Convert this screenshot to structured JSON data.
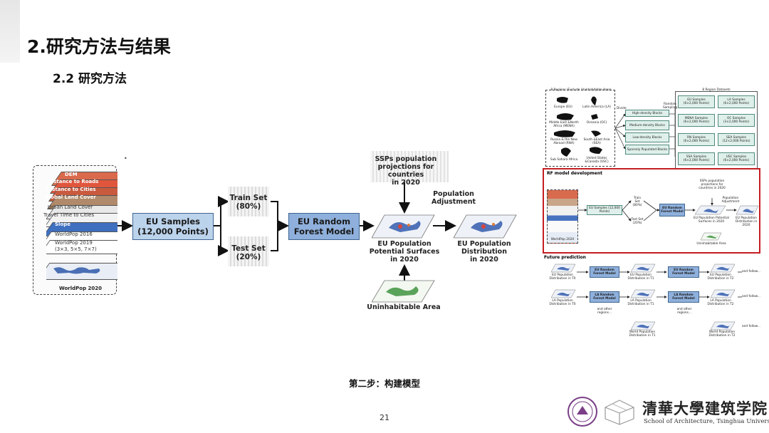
{
  "slide": {
    "section_title": "2.研究方法与结果",
    "subsection_title": "2.2 研究方法",
    "caption": "第二步：构建模型",
    "page_number": "21"
  },
  "left_diagram": {
    "layers": [
      "DEM",
      "Distance to Roads",
      "Distance to Cities",
      "Global Land Cover",
      "Urban Land Cover",
      "Travel Time to Cities",
      "Slope",
      "WorldPop 2016",
      "WorldPop 2019",
      "(3×3, 5×5, 7×7)",
      "WorldPop 2020"
    ],
    "eu_samples": [
      "EU Samples",
      "(12,000 Points)"
    ],
    "train_set": [
      "Train Set",
      "(80%)"
    ],
    "test_set": [
      "Test Set",
      "(20%)"
    ],
    "rf_model": [
      "EU Random",
      "Forest Model"
    ],
    "ssps": [
      "SSPs population",
      "projections for countries",
      "in 2020"
    ],
    "population_adjustment": [
      "Population",
      "Adjustment"
    ],
    "potential_surfaces": [
      "EU Population",
      "Potential Surfaces",
      "in 2020"
    ],
    "distribution": [
      "EU Population",
      "Distribution",
      "in 2020"
    ],
    "uninhabitable": "Uninhabitable Area"
  },
  "right_diagram": {
    "regions_title": "8 Regions (Exclude Uninhabitable Area)",
    "datasets_title": "8 Region Datasets",
    "regions": [
      "Europe (EU)",
      "Latin America (LA)",
      "Middle East &North Africa (MENA)",
      "Oceania (OC)",
      "Russia & the New Abroad (RNA)",
      "South &East Asia (SEA)",
      "Sub Sahara Africa",
      "United States &Canada (USC)"
    ],
    "divide": "Divide",
    "random_sampling": "Random Sampling",
    "blocks": [
      "High-density Blocks",
      "Medium-density Blocks",
      "Low-density Blocks",
      "Sparsely Populated Blocks"
    ],
    "datasets": [
      {
        "name": "EU Samples",
        "points": "(6×2,000 Points)"
      },
      {
        "name": "LA Samples",
        "points": "(6×2,000 Points)"
      },
      {
        "name": "MENA Samples",
        "points": "(6×2,000 Points)"
      },
      {
        "name": "OC Samples",
        "points": "(3×2,000 Points)"
      },
      {
        "name": "RN Samples",
        "points": "(6×2,000 Points)"
      },
      {
        "name": "SEA Samples",
        "points": "(12×2,000 Points)"
      },
      {
        "name": "SSA Samples",
        "points": "(6×2,000 Points)"
      },
      {
        "name": "USC Samples",
        "points": "(6×2,000 Points)"
      }
    ],
    "rf_dev_title": "RF model development",
    "rf_dev": {
      "eu_samples": "EU Samples (12,000 Points)",
      "train": "Train Set (80%)",
      "test": "Test Set (20%)",
      "rf": "EU Random Forest Model",
      "ssps": "SSPs population projections for countries in 2020",
      "adjust": "Population Adjustment",
      "potential": "EU Population Potential Surfaces in 2020",
      "dist": "EU Population Distribution in 2020",
      "uninhabitable": "Uninhabitable Area",
      "worldpop": "WorldPop 2020"
    },
    "future_title": "Future prediction",
    "future": {
      "eu_t0": "EU Population Distribution in T0",
      "eu_t1": "EU Population Distribution in T1",
      "eu_t2": "EU Population Distribution in T2",
      "la_t0": "LA Population Distribution in T0",
      "la_t1": "LA Population Distribution in T1",
      "la_t2": "LA Population Distribution in T2",
      "eu_rf": "EU Random Forest Model",
      "la_rf": "LA Random Forest Model",
      "and_follow": "and follow...",
      "and_other": "and other regions...",
      "world_t1": "World Population Distribution in T1",
      "world_t2": "World Population Distribution in T2"
    }
  },
  "logo": {
    "chinese": "清華大學建筑学院",
    "english": "School of Architecture, Tsinghua University"
  }
}
